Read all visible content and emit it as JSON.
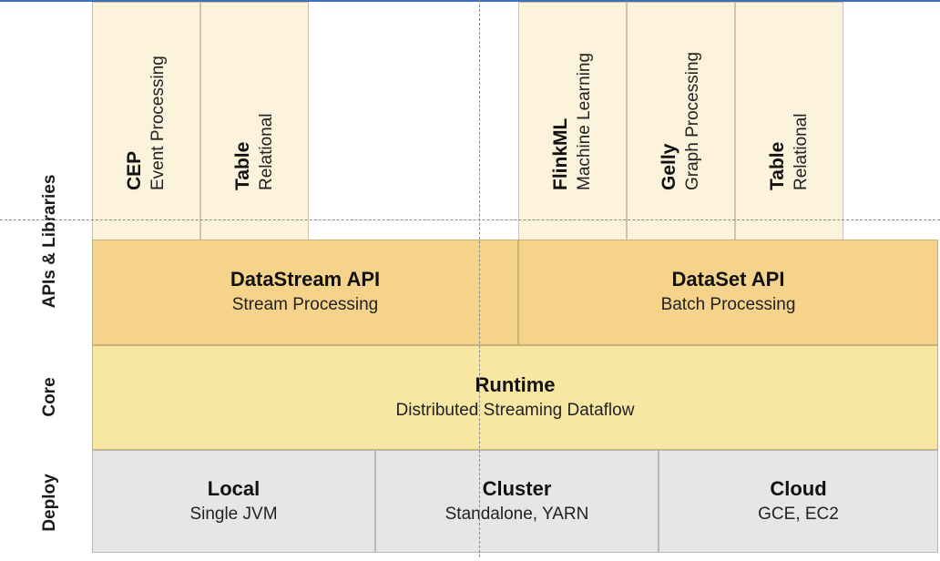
{
  "layers": {
    "apis_libraries": "APIs & Libraries",
    "core": "Core",
    "deploy": "Deploy"
  },
  "libraries": [
    {
      "name": "CEP",
      "desc": "Event Processing"
    },
    {
      "name": "Table",
      "desc": "Relational"
    },
    {
      "name": "FlinkML",
      "desc": "Machine Learning"
    },
    {
      "name": "Gelly",
      "desc": "Graph Processing"
    },
    {
      "name": "Table",
      "desc": "Relational"
    }
  ],
  "apis": {
    "datastream": {
      "title": "DataStream API",
      "subtitle": "Stream Processing"
    },
    "dataset": {
      "title": "DataSet API",
      "subtitle": "Batch Processing"
    }
  },
  "runtime": {
    "title": "Runtime",
    "subtitle": "Distributed Streaming Dataflow"
  },
  "deploy": {
    "local": {
      "title": "Local",
      "subtitle": "Single JVM"
    },
    "cluster": {
      "title": "Cluster",
      "subtitle": "Standalone, YARN"
    },
    "cloud": {
      "title": "Cloud",
      "subtitle": "GCE, EC2"
    }
  },
  "colors": {
    "library_fill": "#fdf2dc",
    "api_fill": "#f5d38a",
    "core_fill": "#f8e7a3",
    "deploy_fill": "#e6e6e6"
  }
}
